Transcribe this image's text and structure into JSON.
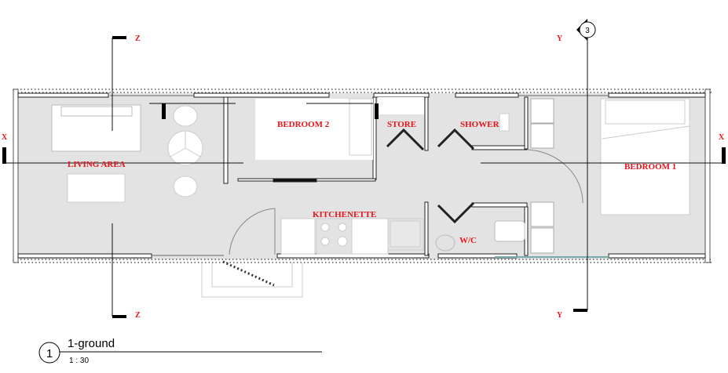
{
  "rooms": {
    "living_area": "LIVING AREA",
    "bedroom2": "BEDROOM 2",
    "store": "STORE",
    "shower": "SHOWER",
    "kitchenette": "KITCHENETTE",
    "wc": "W/C",
    "bedroom1": "BEDROOM 1"
  },
  "section_marks": {
    "z_top": "Z",
    "z_bottom": "Z",
    "x_left": "X",
    "x_right": "X",
    "y_top": "Y",
    "y_bottom": "Y",
    "elevation_callout": "3"
  },
  "view_title": {
    "number": "1",
    "name": "1-ground",
    "scale": "1 : 30"
  },
  "colors": {
    "label": "#e8141b",
    "floor": "#e3e3e3"
  }
}
